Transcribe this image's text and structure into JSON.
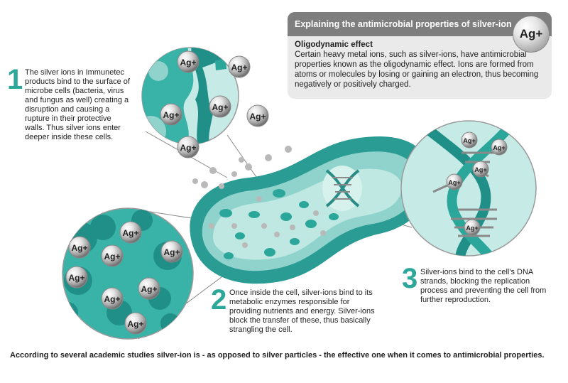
{
  "info_box": {
    "title": "Explaining the antimicrobial properties of silver-ion",
    "badge": "Ag+",
    "subtitle": "Oligodynamic effect",
    "text": "Certain heavy metal ions, such as silver-ions, have antimicrobial properties known as the oligodynamic effect. Ions are formed from atoms or molecules by losing or gaining an electron, thus becoming negatively or positively charged."
  },
  "ion_label": "Ag+",
  "steps": [
    {
      "number": "1",
      "text": "The silver ions in Immunetec products bind to the surface of microbe cells (bacteria, virus and fungus as well) creating a disruption and causing a rupture in their protective walls. Thus silver ions enter deeper inside these cells."
    },
    {
      "number": "2",
      "text": "Once inside the cell, silver-ions bind to its metabolic enzymes responsible for providing nutrients and energy. Silver-ions block the transfer of these, thus basically strangling the cell."
    },
    {
      "number": "3",
      "text": "Silver-ions bind to the cell's DNA strands, blocking the replication process and preventing the cell from further reproduction."
    }
  ],
  "footer": "According to several academic studies silver-ion is - as opposed to silver particles -  the effective one when it comes to antimicrobial properties.",
  "colors": {
    "teal_dark": "#1f8f88",
    "teal": "#39b3a8",
    "teal_light": "#8fd3cc",
    "teal_pale": "#c6ebe6",
    "header_gray": "#7e7e7e",
    "box_gray": "#eaeaea",
    "step_number": "#2ea79b"
  },
  "icons": {
    "silver_ion": "silver-ion-sphere-icon"
  }
}
